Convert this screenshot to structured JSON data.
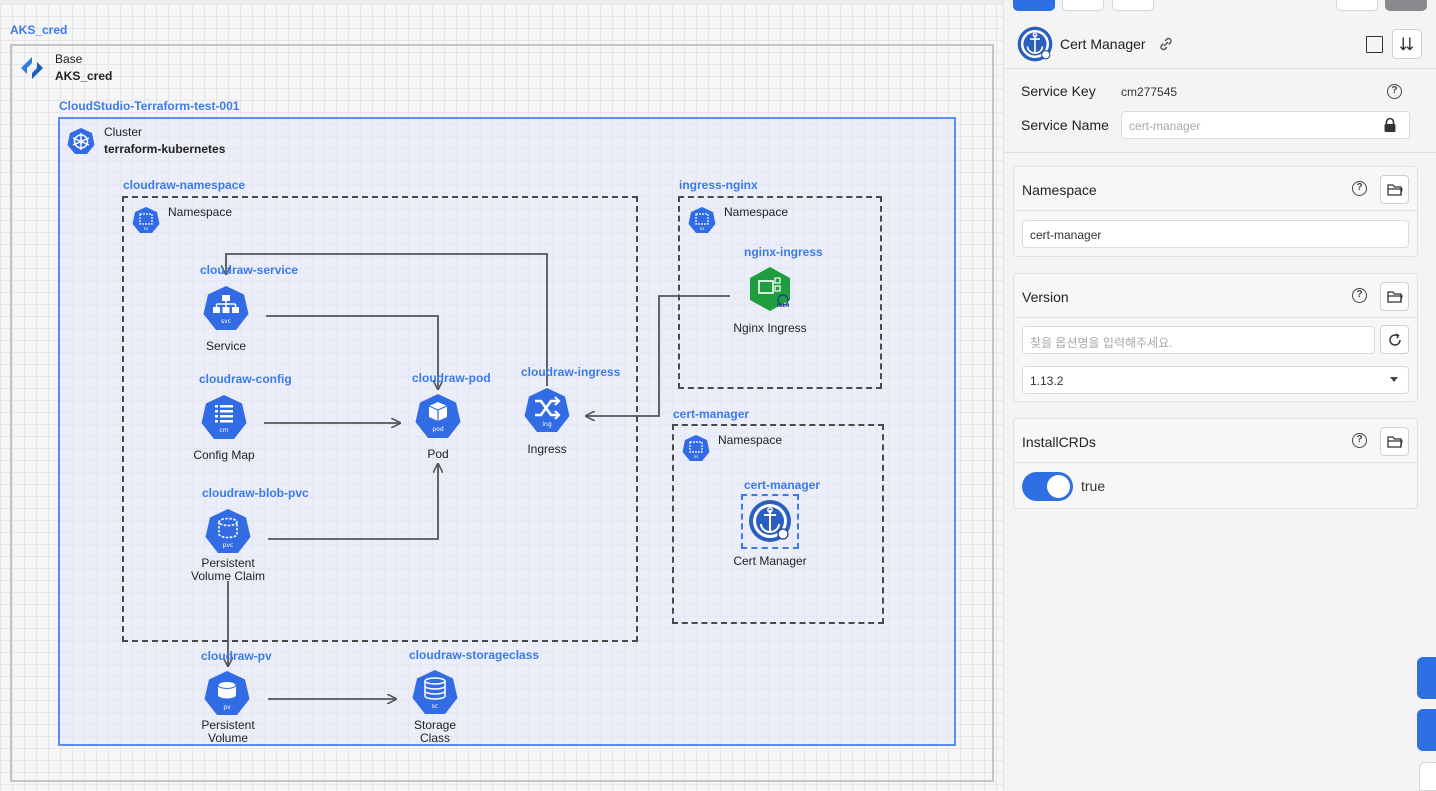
{
  "canvas": {
    "base_group_title": "AKS_cred",
    "base_node": {
      "type_label": "Base",
      "name": "AKS_cred",
      "icon": "azure-icon"
    },
    "cluster_group_title": "CloudStudio-Terraform-test-001",
    "cluster_node": {
      "type_label": "Cluster",
      "name": "terraform-kubernetes",
      "icon": "kubernetes-icon"
    },
    "namespaces": [
      {
        "title": "cloudraw-namespace",
        "label": "Namespace"
      },
      {
        "title": "ingress-nginx",
        "label": "Namespace"
      },
      {
        "title": "cert-manager",
        "label": "Namespace"
      }
    ],
    "nodes": {
      "service": {
        "title": "cloudraw-service",
        "label": "Service",
        "abbr": "svc"
      },
      "config": {
        "title": "cloudraw-config",
        "label": "Config Map",
        "abbr": "cm"
      },
      "pod": {
        "title": "cloudraw-pod",
        "label": "Pod",
        "abbr": "pod"
      },
      "ingress": {
        "title": "cloudraw-ingress",
        "label": "Ingress",
        "abbr": "ing"
      },
      "pvc": {
        "title": "cloudraw-blob-pvc",
        "label_line1": "Persistent",
        "label_line2": "Volume Claim",
        "abbr": "pvc"
      },
      "pv": {
        "title": "cloudraw-pv",
        "label_line1": "Persistent",
        "label_line2": "Volume",
        "abbr": "pv"
      },
      "storageclass": {
        "title": "cloudraw-storageclass",
        "label_line1": "Storage",
        "label_line2": "Class",
        "abbr": "sc"
      },
      "nginx": {
        "title": "nginx-ingress",
        "label": "Nginx Ingress",
        "badge": "HELM"
      },
      "certmanager": {
        "title": "cert-manager",
        "label": "Cert Manager"
      }
    },
    "colors": {
      "k8s_blue": "#326ce5",
      "accent": "#3b7be8",
      "nginx_green": "#1e9e3e"
    }
  },
  "panel": {
    "header": {
      "title": "Cert Manager"
    },
    "service_key": {
      "label": "Service Key",
      "value": "cm277545"
    },
    "service_name": {
      "label": "Service Name",
      "placeholder": "cert-manager"
    },
    "namespace": {
      "title": "Namespace",
      "value": "cert-manager"
    },
    "version": {
      "title": "Version",
      "search_placeholder": "찾을 옵션명을 입력해주세요.",
      "selected": "1.13.2"
    },
    "install_crds": {
      "title": "InstallCRDs",
      "toggle_on": true,
      "value_label": "true"
    }
  }
}
